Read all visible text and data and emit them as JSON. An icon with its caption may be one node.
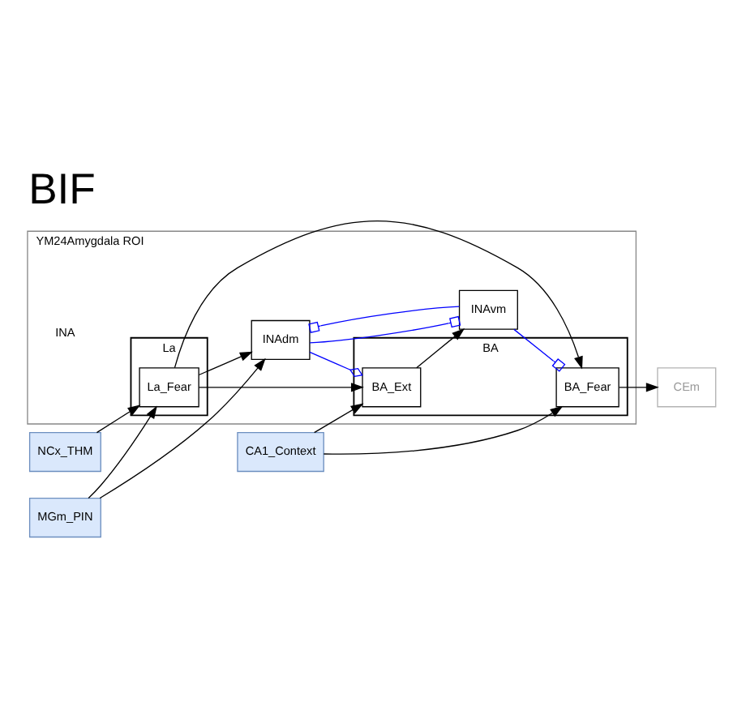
{
  "diagram": {
    "title": "BIF",
    "nodes": [
      {
        "text": [
          "CEm"
        ]
      },
      {
        "text": [
          "YM24Amygdala ROI"
        ]
      },
      {
        "text": [
          "La"
        ],
        "in": 1
      },
      {
        "text": [
          "BA"
        ],
        "in": 1
      },
      {
        "text": [
          "NCx_THM"
        ]
      },
      {
        "text": [
          "MGm_PIN"
        ]
      },
      {
        "text": [
          "La_Fear"
        ],
        "in": 2
      },
      {
        "text": [
          "BA_Fear"
        ],
        "in": 3
      },
      {
        "text": [
          "BA_Ext"
        ],
        "in": 3
      },
      {
        "text": [
          "CA1_Context"
        ]
      },
      {
        "text": [
          "INAdm"
        ],
        "in": 1
      },
      {
        "text": [
          "INAvm"
        ],
        "in": 1
      }
    ],
    "edges": [
      {
        "from": 7,
        "to": 0,
        "arrow": "to"
      },
      {
        "from": 4,
        "to": 6,
        "arrow": "to"
      },
      {
        "from": 5,
        "to": 6,
        "arrow": "to"
      },
      {
        "from": 6,
        "to": 7,
        "arrow": "to"
      },
      {
        "from": 6,
        "to": 8,
        "arrow": "to"
      },
      {
        "from": 9,
        "to": 7,
        "arrow": "to"
      },
      {
        "from": 9,
        "to": 8,
        "arrow": "to"
      },
      {
        "from": 6,
        "to": 10,
        "arrow": "to"
      },
      {
        "from": 5,
        "to": 10,
        "arrow": "to"
      },
      {
        "from": 8,
        "to": 11,
        "arrow": "to"
      },
      {
        "from": 10,
        "to": 8,
        "arrow": "other",
        "color": "#0000ff"
      },
      {
        "from": 11,
        "to": 7,
        "arrow": "other",
        "color": "#0000ff"
      },
      {
        "from": 11,
        "to": 10,
        "arrow": "other",
        "color": "#0000ff"
      },
      {
        "from": 10,
        "to": 11,
        "arrow": "other",
        "color": "#0000ff"
      }
    ],
    "labels": [
      "INA"
    ]
  }
}
